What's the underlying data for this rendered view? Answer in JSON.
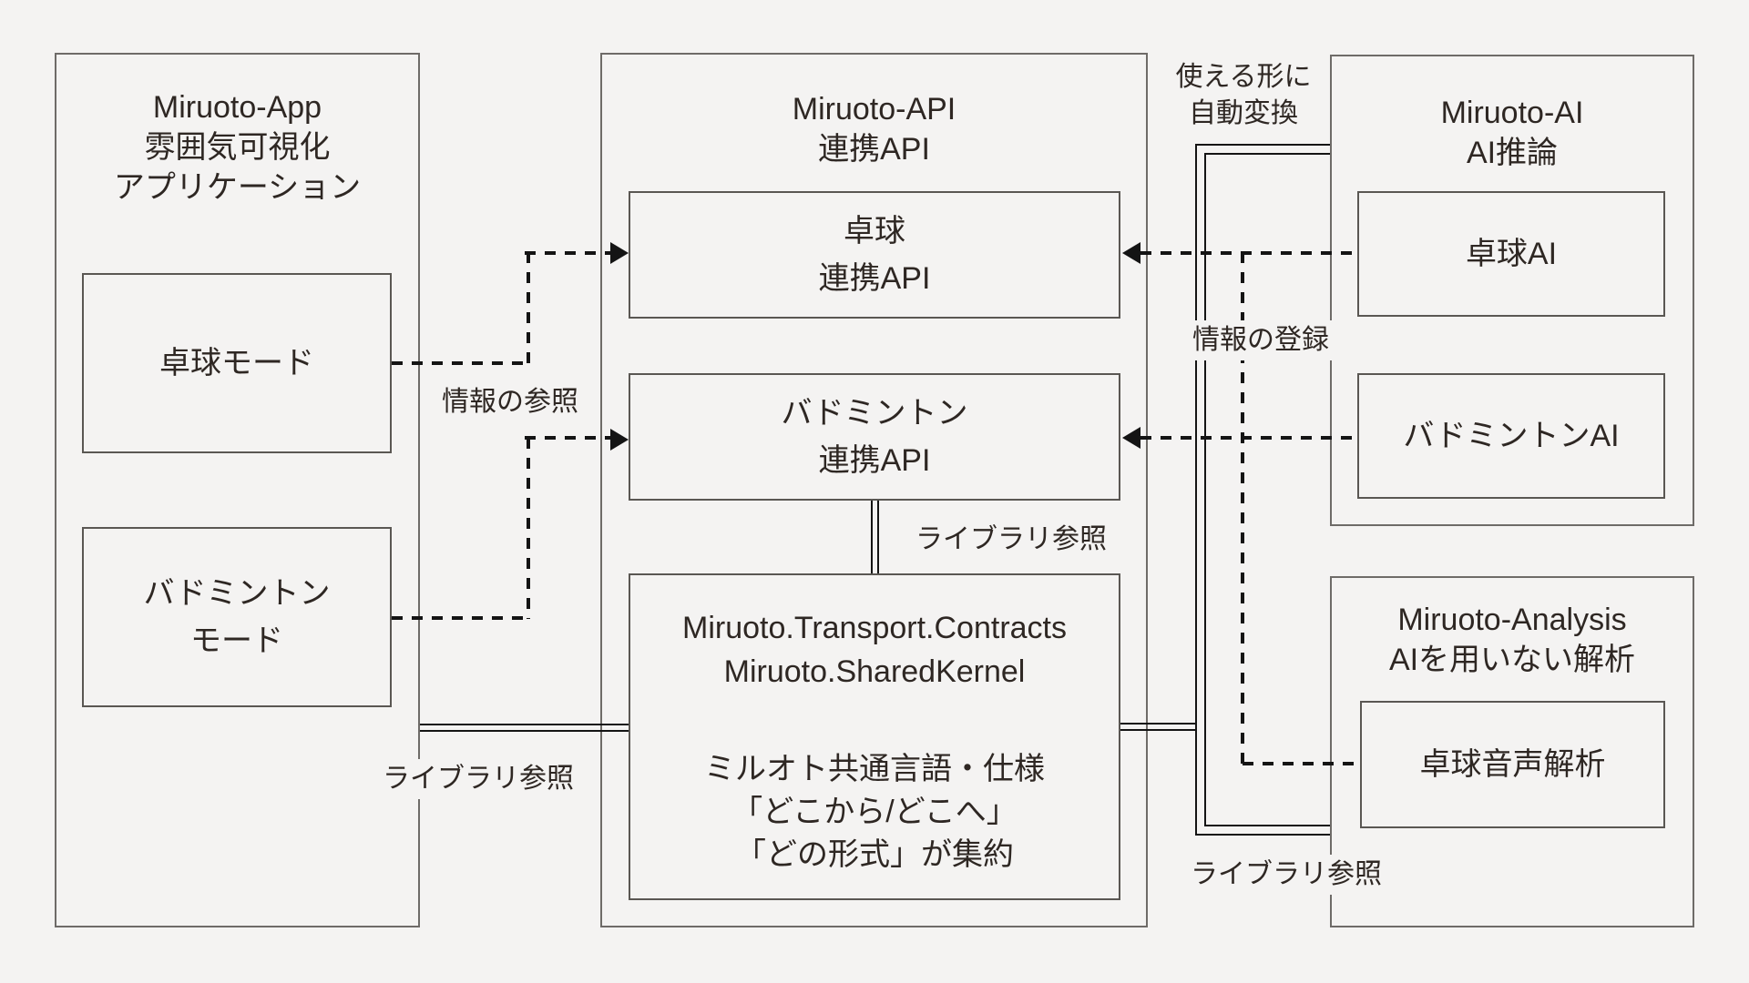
{
  "app": {
    "title": "Miruoto-App\n雰囲気可視化\nアプリケーション",
    "takkyu_mode": "卓球モード",
    "badminton_mode": "バドミントン\nモード"
  },
  "api": {
    "title": "Miruoto-API\n連携API",
    "takkyu_api": "卓球\n連携API",
    "badminton_api": "バドミントン\n連携API",
    "contracts_en": "Miruoto.Transport.Contracts\nMiruoto.SharedKernel",
    "contracts_jp": "ミルオト共通言語・仕様\n「どこから/どこへ」\n「どの形式」が集約"
  },
  "ai": {
    "title": "Miruoto-AI\nAI推論",
    "takkyu_ai": "卓球AI",
    "badminton_ai": "バドミントンAI"
  },
  "analysis": {
    "title": "Miruoto-Analysis\nAIを用いない解析",
    "takkyu_onsei": "卓球音声解析"
  },
  "labels": {
    "auto_convert": "使える形に\n自動変換",
    "info_ref": "情報の参照",
    "info_register": "情報の登録",
    "library_ref_mid": "ライブラリ参照",
    "library_ref_left": "ライブラリ参照",
    "library_ref_right": "ライブラリ参照"
  },
  "colors": {
    "background": "#f4f3f2",
    "container_border": "#6e6b68",
    "box_border": "#5a5753",
    "text": "#2e2723",
    "connector": "#141414"
  }
}
